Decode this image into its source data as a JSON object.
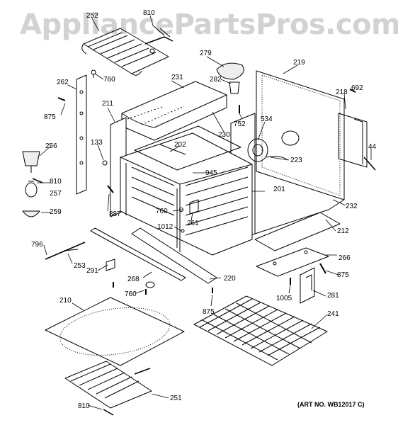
{
  "watermark": "AppliancePartsPros.com",
  "art_number": "(ART NO. WB12017 C)",
  "callouts": [
    {
      "id": "252",
      "text": "252"
    },
    {
      "id": "810a",
      "text": "810"
    },
    {
      "id": "760a",
      "text": "760"
    },
    {
      "id": "279",
      "text": "279"
    },
    {
      "id": "219",
      "text": "219"
    },
    {
      "id": "262",
      "text": "262"
    },
    {
      "id": "231",
      "text": "231"
    },
    {
      "id": "282",
      "text": "282"
    },
    {
      "id": "218",
      "text": "218"
    },
    {
      "id": "692",
      "text": "692"
    },
    {
      "id": "875a",
      "text": "875"
    },
    {
      "id": "211",
      "text": "211"
    },
    {
      "id": "752",
      "text": "752"
    },
    {
      "id": "230",
      "text": "230"
    },
    {
      "id": "534",
      "text": "534"
    },
    {
      "id": "256",
      "text": "256"
    },
    {
      "id": "133",
      "text": "133"
    },
    {
      "id": "202",
      "text": "202"
    },
    {
      "id": "44",
      "text": "44"
    },
    {
      "id": "945",
      "text": "945"
    },
    {
      "id": "223",
      "text": "223"
    },
    {
      "id": "810b",
      "text": "810"
    },
    {
      "id": "257",
      "text": "257"
    },
    {
      "id": "201",
      "text": "201"
    },
    {
      "id": "887",
      "text": "887"
    },
    {
      "id": "760b",
      "text": "760"
    },
    {
      "id": "259",
      "text": "259"
    },
    {
      "id": "261",
      "text": "261"
    },
    {
      "id": "232",
      "text": "232"
    },
    {
      "id": "1012",
      "text": "1012"
    },
    {
      "id": "212",
      "text": "212"
    },
    {
      "id": "796",
      "text": "796"
    },
    {
      "id": "266",
      "text": "266"
    },
    {
      "id": "253",
      "text": "253"
    },
    {
      "id": "291",
      "text": "291"
    },
    {
      "id": "268",
      "text": "268"
    },
    {
      "id": "875b",
      "text": "875"
    },
    {
      "id": "220",
      "text": "220"
    },
    {
      "id": "1005",
      "text": "1005"
    },
    {
      "id": "760c",
      "text": "760"
    },
    {
      "id": "281",
      "text": "281"
    },
    {
      "id": "875c",
      "text": "875"
    },
    {
      "id": "210",
      "text": "210"
    },
    {
      "id": "241",
      "text": "241"
    },
    {
      "id": "251",
      "text": "251"
    },
    {
      "id": "810c",
      "text": "810"
    }
  ]
}
